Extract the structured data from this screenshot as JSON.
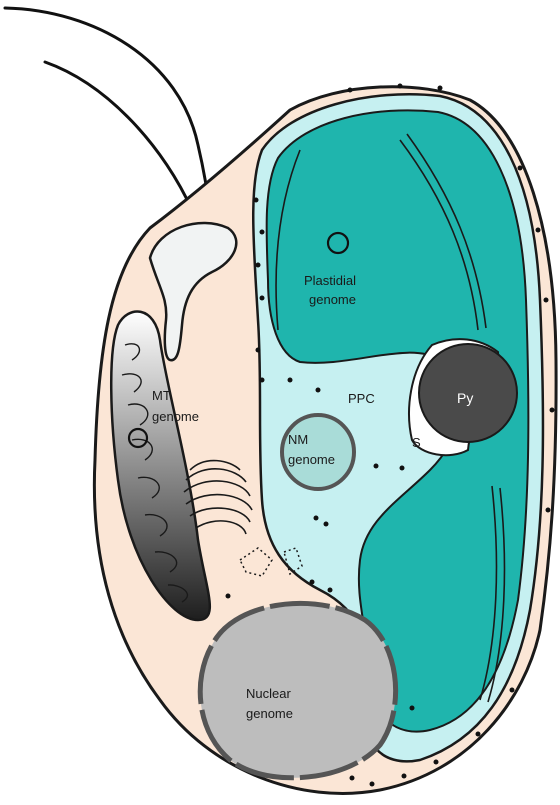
{
  "labels": {
    "plastidial": [
      "Plastidial",
      "genome"
    ],
    "ppc": "PPC",
    "pyrenoid": "Py",
    "starch": "S",
    "nucleomorph": [
      "NM",
      "genome"
    ],
    "mitochondrion": [
      "MT",
      "genome"
    ],
    "nuclear": [
      "Nuclear",
      "genome"
    ]
  },
  "colors": {
    "cytoplasm": "#fbe6d6",
    "plastid_stroma": "#1fb5ad",
    "periplastid": "#c6f0f1",
    "pyrenoid": "#4a4a4a",
    "nucleus": "#bdbdbd",
    "nucleomorph": "#a9dcd8",
    "outline": "#1a1a1a"
  }
}
